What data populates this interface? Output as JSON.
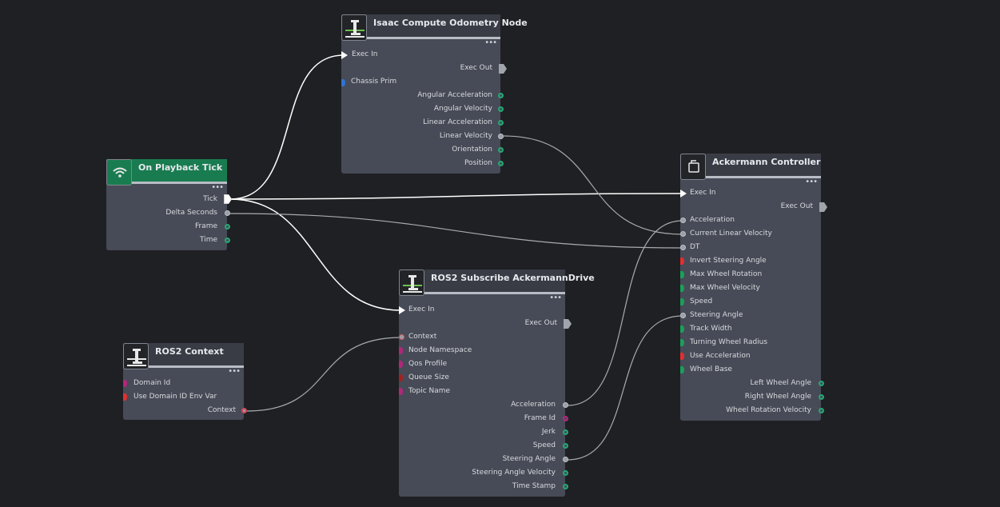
{
  "nodes": {
    "odometry": {
      "title": "Isaac Compute Odometry Node",
      "menu": "•••",
      "exec_in": "Exec In",
      "exec_out": "Exec Out",
      "chassis_prim": "Chassis Prim",
      "outputs": [
        "Angular Acceleration",
        "Angular Velocity",
        "Linear Acceleration",
        "Linear Velocity",
        "Orientation",
        "Position"
      ]
    },
    "playback": {
      "title": "On Playback Tick",
      "menu": "•••",
      "outputs": [
        "Tick",
        "Delta Seconds",
        "Frame",
        "Time"
      ]
    },
    "ackermann": {
      "title": "Ackermann Controller",
      "menu": "•••",
      "exec_in": "Exec In",
      "exec_out": "Exec Out",
      "inputs": [
        "Acceleration",
        "Current Linear Velocity",
        "DT",
        "Invert Steering Angle",
        "Max Wheel Rotation",
        "Max Wheel Velocity",
        "Speed",
        "Steering Angle",
        "Track Width",
        "Turning Wheel Radius",
        "Use Acceleration",
        "Wheel Base"
      ],
      "outputs": [
        "Left Wheel Angle",
        "Right Wheel Angle",
        "Wheel Rotation Velocity"
      ]
    },
    "subscribe": {
      "title": "ROS2 Subscribe AckermannDrive",
      "menu": "•••",
      "exec_in": "Exec In",
      "exec_out": "Exec Out",
      "inputs": [
        "Context",
        "Node Namespace",
        "Qos Profile",
        "Queue Size",
        "Topic Name"
      ],
      "outputs": [
        "Acceleration",
        "Frame Id",
        "Jerk",
        "Speed",
        "Steering Angle",
        "Steering Angle Velocity",
        "Time Stamp"
      ]
    },
    "context": {
      "title": "ROS2 Context",
      "menu": "•••",
      "inputs": [
        "Domain Id",
        "Use Domain ID Env Var"
      ],
      "output": "Context"
    }
  },
  "colors": {
    "background": "#1f2023",
    "node_body": "#474b57",
    "node_header": "#393c45",
    "playback_header": "#197c50",
    "pin_green": "#26a874",
    "pin_magenta": "#b3267c",
    "pin_red": "#e03030",
    "pin_blue": "#2f73d4",
    "wire": "#a7aab0"
  },
  "icons": {
    "odometry": "robot-arm-icon",
    "playback": "wifi-signal-icon",
    "ackermann": "ackermann-icon",
    "subscribe": "robot-arm-icon",
    "context": "robot-arm-icon"
  }
}
